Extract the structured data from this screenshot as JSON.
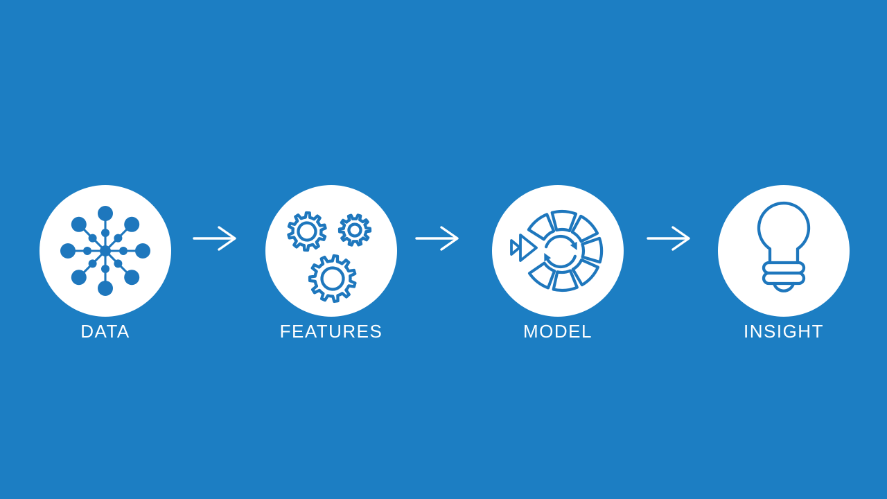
{
  "colors": {
    "background": "#1c7ec3",
    "icon_stroke": "#1e77bd",
    "circle_fill": "#ffffff",
    "arrow": "#ffffff",
    "label_text": "#ffffff"
  },
  "pipeline": {
    "steps": [
      {
        "label": "DATA",
        "icon": "data-hub-icon"
      },
      {
        "label": "FEATURES",
        "icon": "gears-icon"
      },
      {
        "label": "MODEL",
        "icon": "model-cycle-wheel-icon"
      },
      {
        "label": "INSIGHT",
        "icon": "lightbulb-icon"
      }
    ],
    "connectors": [
      {
        "icon": "arrow-right-icon"
      },
      {
        "icon": "arrow-right-icon"
      },
      {
        "icon": "arrow-right-icon"
      }
    ]
  }
}
